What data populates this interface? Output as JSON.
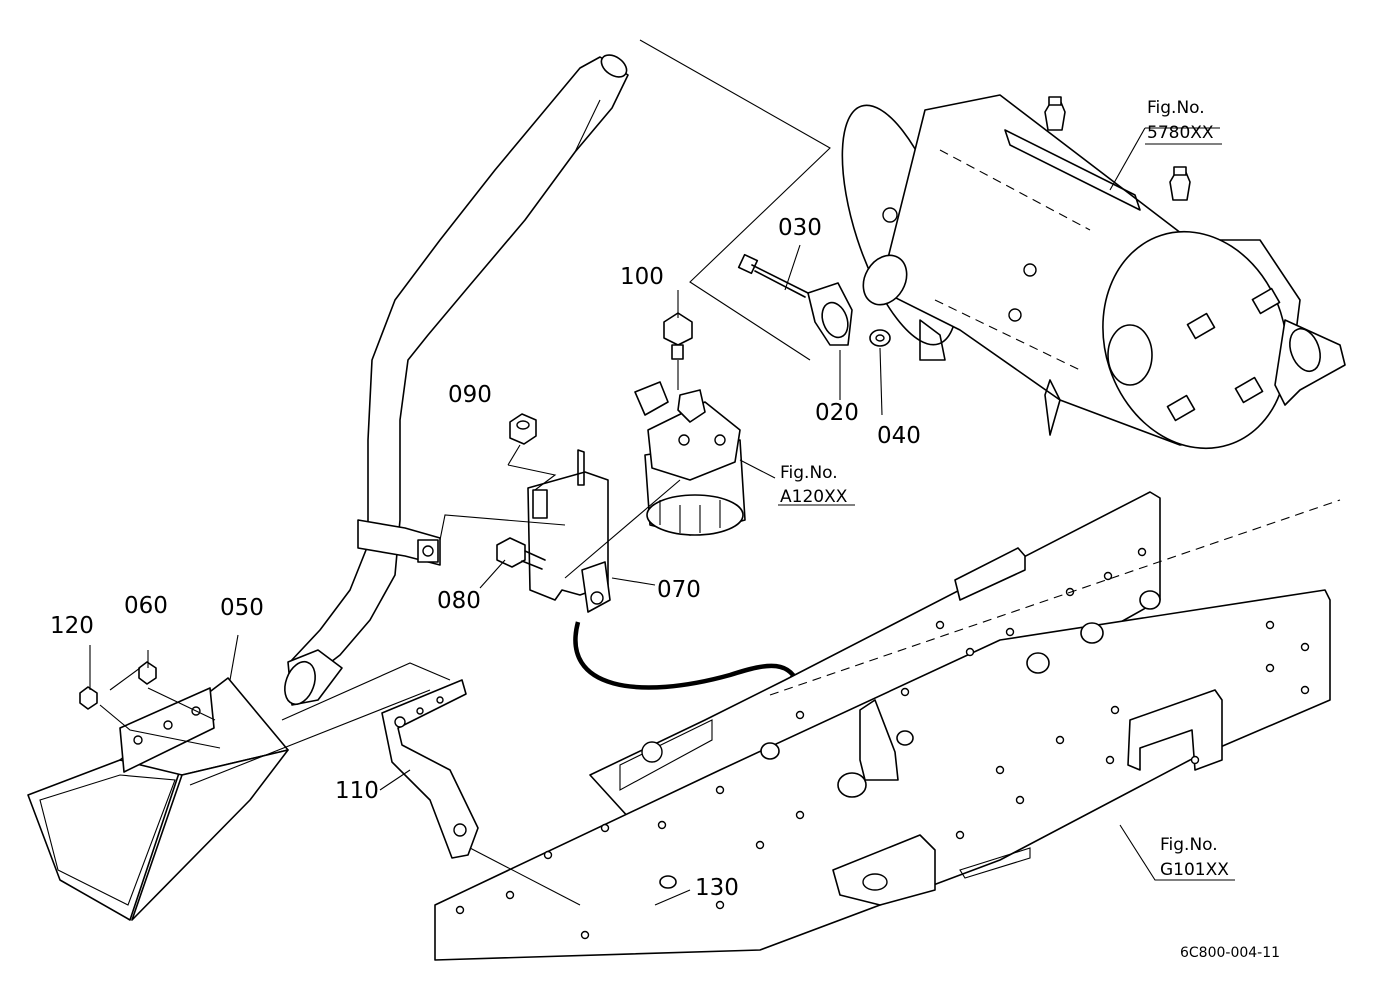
{
  "diagram": {
    "part_labels": {
      "p020": "020",
      "p030": "030",
      "p040": "040",
      "p050": "050",
      "p060": "060",
      "p070": "070",
      "p080": "080",
      "p090": "090",
      "p100": "100",
      "p110": "110",
      "p120": "120",
      "p130": "130"
    },
    "figure_refs": {
      "dpf": {
        "prefix": "Fig.No.",
        "number": "5780XX"
      },
      "filter": {
        "prefix": "Fig.No.",
        "number": "A120XX"
      },
      "frame": {
        "prefix": "Fig.No.",
        "number": "G101XX"
      }
    },
    "document_code": "6C800-004-11"
  }
}
